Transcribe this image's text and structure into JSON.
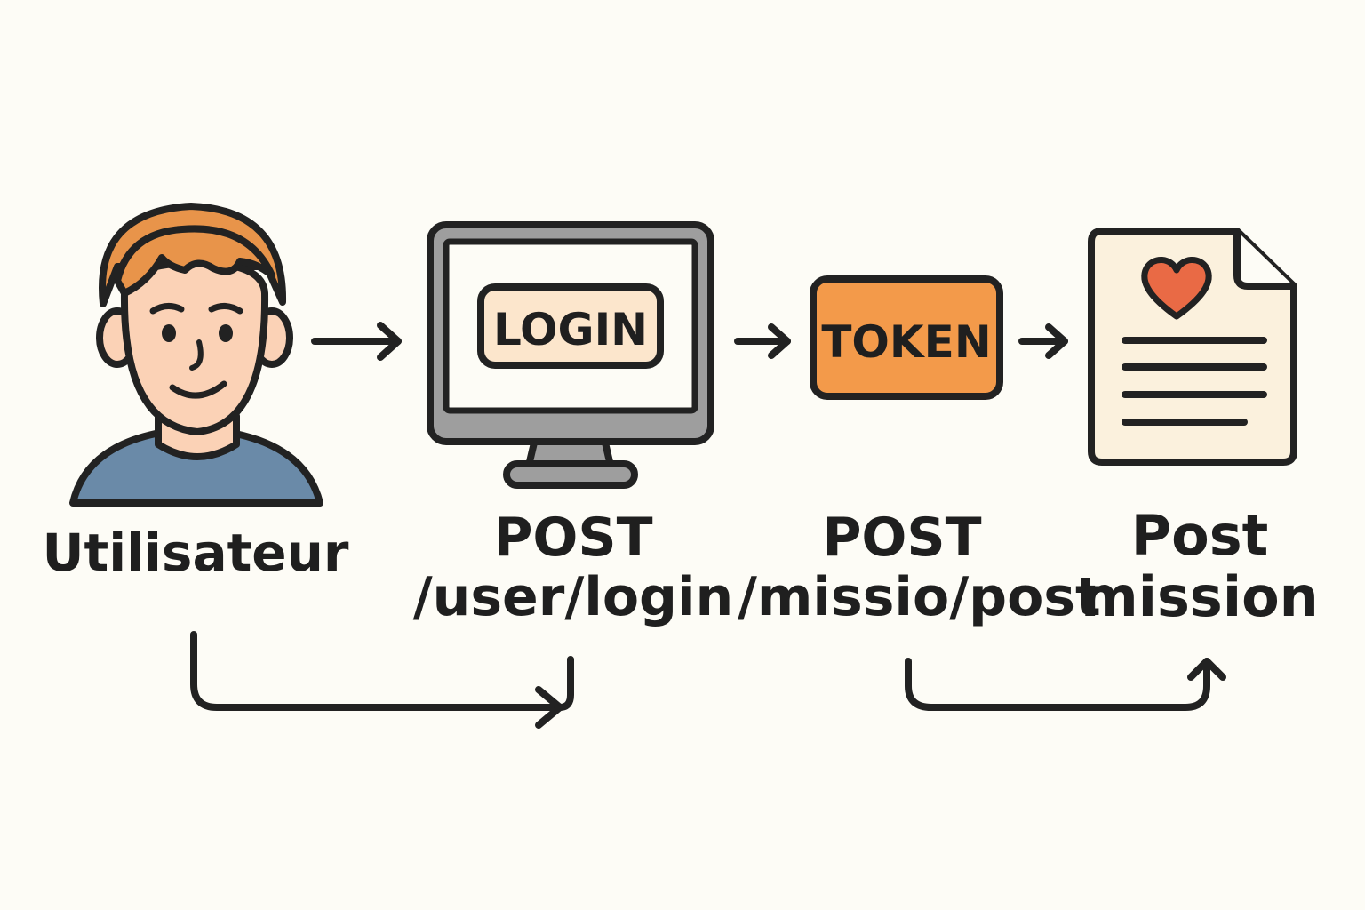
{
  "nodes": {
    "user": {
      "caption": "Utilisateur"
    },
    "login_screen": {
      "button_label": "LOGIN",
      "caption_line1": "POST",
      "caption_line2": "/user/login"
    },
    "token": {
      "label": "TOKEN",
      "caption_line1": "POST",
      "caption_line2": "/missio/post"
    },
    "document": {
      "caption_line1": "Post",
      "caption_line2": "mission",
      "icon": "heart-document-icon"
    }
  },
  "colors": {
    "background": "#fdfcf6",
    "stroke": "#222222",
    "hair": "#e8944a",
    "skin": "#fbd2b6",
    "shirt": "#6a8aa8",
    "monitor_frame": "#9e9e9e",
    "login_fill": "#fce6cc",
    "token_fill": "#f39a4a",
    "paper": "#fbf1dd",
    "heart": "#e96a45"
  }
}
